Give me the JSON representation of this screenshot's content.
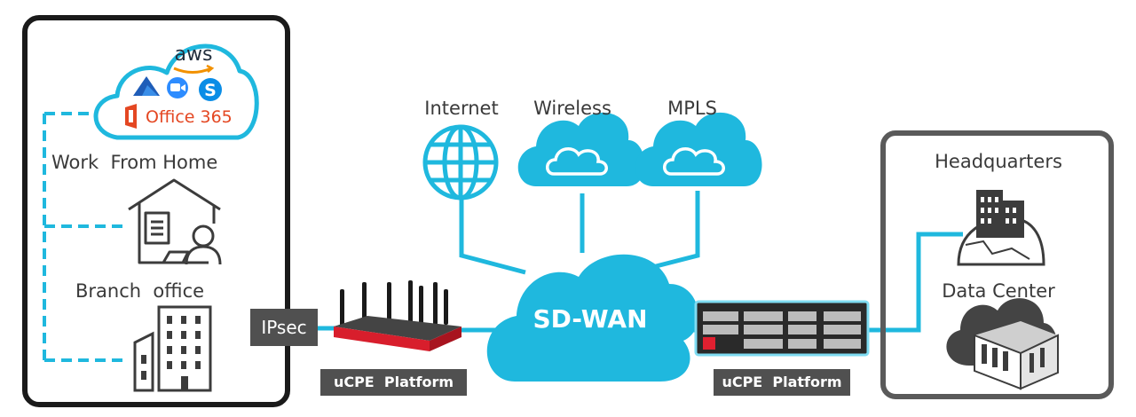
{
  "left_panel": {
    "cloud_apps": {
      "aws": "aws",
      "office": "Office 365"
    },
    "work_from_home": "Work  From Home",
    "branch_office": "Branch  office"
  },
  "ipsec": "IPsec",
  "transports": {
    "internet": "Internet",
    "wireless": "Wireless",
    "mpls": "MPLS"
  },
  "core": {
    "sdwan": "SD-WAN"
  },
  "platform_left": "uCPE  Platform",
  "platform_right": "uCPE  Platform",
  "right_panel": {
    "headquarters": "Headquarters",
    "data_center": "Data Center"
  },
  "colors": {
    "accent": "#1FB8DE",
    "device_red": "#E02030",
    "box_dark": "#505050",
    "panel_border": "#1a1a1a",
    "panel_border_right": "#5a5a5a"
  }
}
